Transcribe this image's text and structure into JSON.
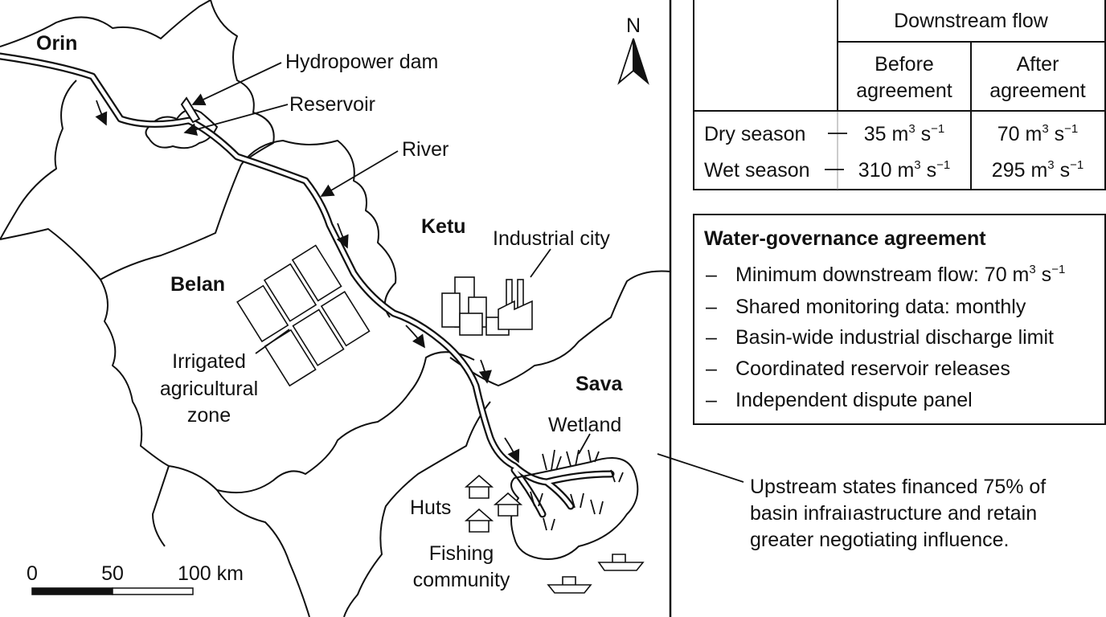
{
  "map": {
    "compass": "N",
    "regions": {
      "orin": "Orin",
      "belan": "Belan",
      "ketu": "Ketu",
      "sava": "Sava"
    },
    "features": {
      "dam": "Hydropower dam",
      "reservoir": "Reservoir",
      "river": "River",
      "industrial_city": "Industrial city",
      "irrigated_line1": "Irrigated",
      "irrigated_line2": "agricultural",
      "irrigated_line3": "zone",
      "wetland": "Wetland",
      "huts": "Huts",
      "fishing_line1": "Fishing",
      "fishing_line2": "community"
    },
    "scale_bar": {
      "ticks": [
        "0",
        "50",
        "100 km"
      ]
    }
  },
  "flow_table": {
    "header": "Downstream flow",
    "col_before_line1": "Before",
    "col_before_line2": "agreement",
    "col_after_line1": "After",
    "col_after_line2": "agreement",
    "rows": [
      {
        "season": "Dry season",
        "before_num": "35 m",
        "before_unit": " s",
        "after_num": "70 m",
        "after_unit": " s",
        "exp3": "3",
        "expm1": "−1"
      },
      {
        "season": "Wet season",
        "before_num": "310 m",
        "before_unit": " s",
        "after_num": "295 m",
        "after_unit": " s",
        "exp3": "3",
        "expm1": "−1"
      }
    ]
  },
  "agreement": {
    "title": "Water-governance agreement",
    "bullet": "–",
    "item1_pre": "Minimum downstream flow: 70 m",
    "item1_exp3": "3",
    "item1_mid": " s",
    "item1_expm1": "−1",
    "items": [
      "Shared monitoring data: monthly",
      "Basin-wide industrial discharge limit",
      "Coordinated reservoir releases",
      "Independent dispute panel"
    ]
  },
  "note": {
    "line1": "Upstream states financed 75% of",
    "line2": "basin infraiıastructure and retain",
    "line3": "greater negotiating influence."
  }
}
